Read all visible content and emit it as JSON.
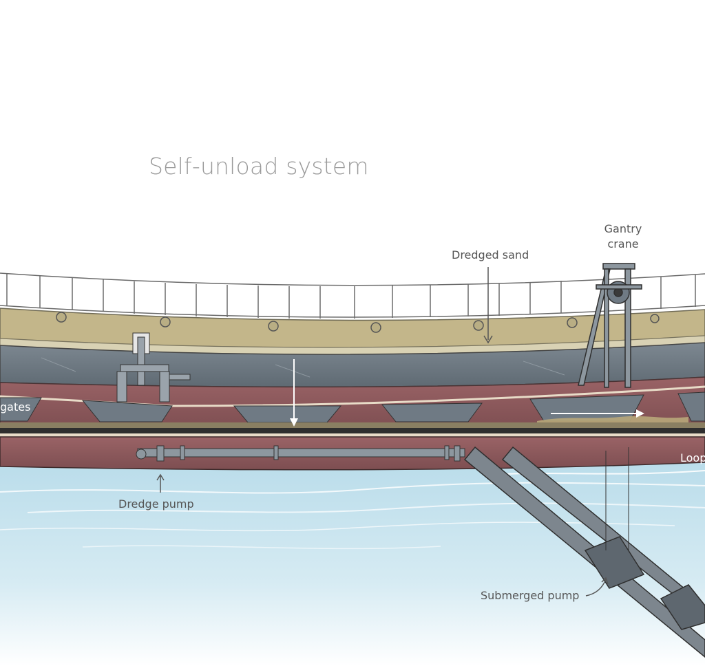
{
  "title": "Self-unload system",
  "labels": {
    "gantry_crane_line1": "Gantry",
    "gantry_crane_line2": "crane",
    "dredged_sand": "Dredged sand",
    "gates": "gates",
    "loop": "Loop",
    "dredge_pump": "Dredge pump",
    "submerged_pump": "Submerged pump"
  },
  "colors": {
    "hull_red": "#8f5b5e",
    "hull_grey": "#6f7a84",
    "sand": "#c3b68a",
    "water": "#bfe0ec",
    "label_text": "#555555",
    "title_text": "#9a9a9a"
  }
}
